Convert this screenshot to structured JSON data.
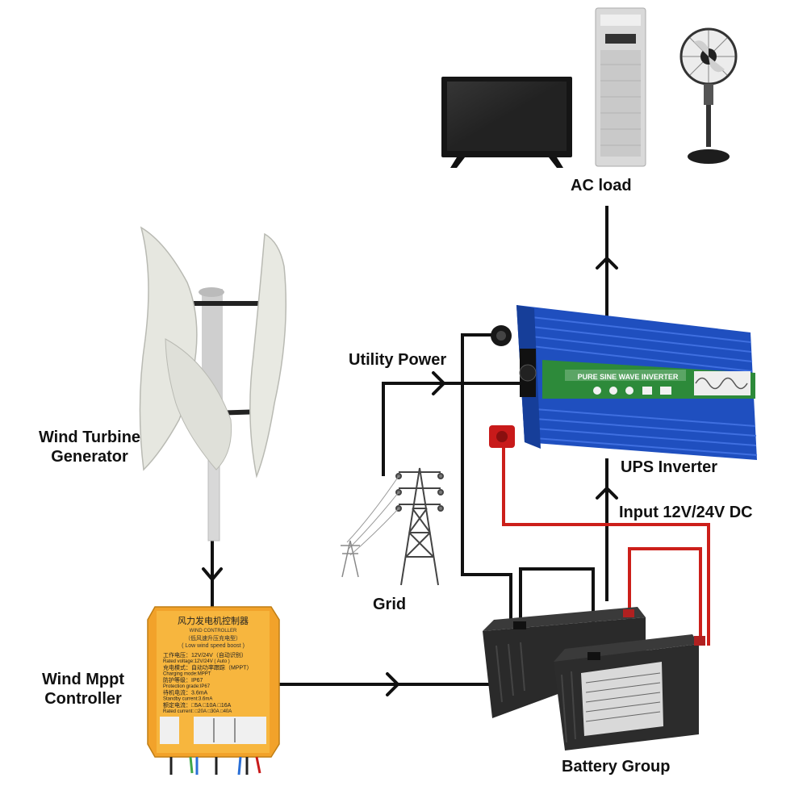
{
  "labels": {
    "ac_load": "AC load",
    "utility_power": "Utility Power",
    "wind_turbine_line1": "Wind Turbine",
    "wind_turbine_line2": "Generator",
    "ups_inverter": "UPS Inverter",
    "input_dc": "Input 12V/24V DC",
    "grid": "Grid",
    "mppt_line1": "Wind Mppt",
    "mppt_line2": "Controller",
    "battery_group": "Battery Group"
  },
  "inverter": {
    "panel_title": "PURE SINE WAVE INVERTER"
  },
  "controller": {
    "title_cn": "风力发电机控制器",
    "title_en": "WIND CONTROLLER",
    "subtitle_cn": "（低风速升压充电型）",
    "subtitle_en": "( Low wind speed boost )",
    "spec_lines": [
      "工作电压：12V/24V（自动识别）",
      "Rated voltage:12V/24V ( Auto )",
      "充电模式：自动功率跟踪（MPPT）",
      "Charging mode:MPPT",
      "防护等级：IP67",
      "Protection grade:IP67",
      "待机电流：3.6mA",
      "Standby current:3.6mA",
      "额定电流：□5A  □10A  □16A",
      "Rated current: □20A □30A □40A"
    ]
  },
  "colors": {
    "dc_positive_wire": "#cc1f1a",
    "wire": "#111111",
    "inverter_body": "#1f4fbf",
    "inverter_panel": "#2d8a3a",
    "controller_body": "#f2a22a",
    "battery_body": "#2a2a2a"
  },
  "icons": {
    "flow_arrow": "chevron-arrow-icon"
  }
}
